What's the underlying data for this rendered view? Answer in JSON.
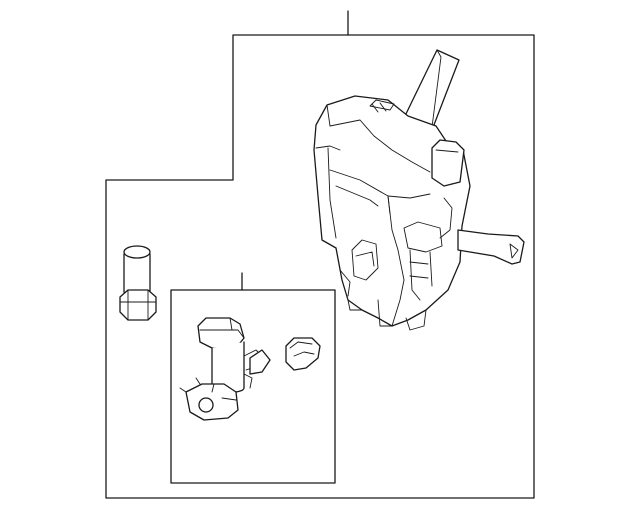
{
  "diagram": {
    "parts": [
      {
        "name": "washer-reservoir-assembly"
      },
      {
        "name": "sensor-plug"
      },
      {
        "name": "washer-pump"
      },
      {
        "name": "pump-grommet"
      }
    ],
    "callouts": [
      {
        "name": "main-assembly-leader"
      },
      {
        "name": "sub-assembly-leader"
      }
    ]
  }
}
